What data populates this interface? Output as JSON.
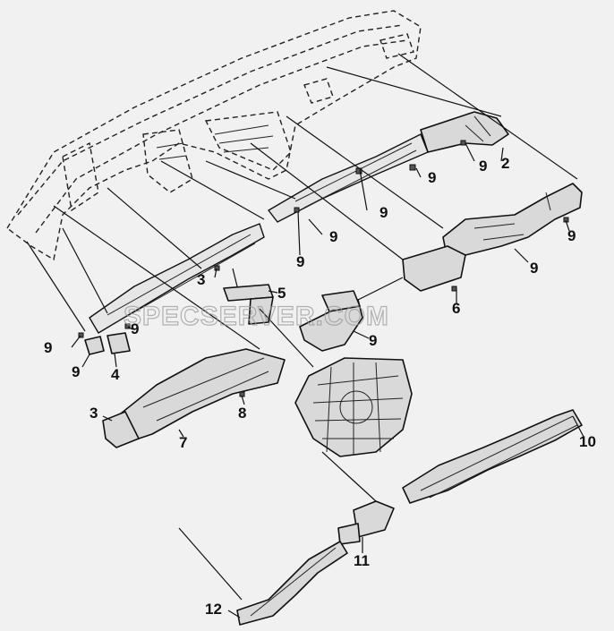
{
  "callouts": [
    {
      "id": "c2",
      "label": "2"
    },
    {
      "id": "c9a",
      "label": "9"
    },
    {
      "id": "c9b",
      "label": "9"
    },
    {
      "id": "c9c",
      "label": "9"
    },
    {
      "id": "c9d",
      "label": "9"
    },
    {
      "id": "c9e",
      "label": "9"
    },
    {
      "id": "c9f",
      "label": "9"
    },
    {
      "id": "c9g",
      "label": "9"
    },
    {
      "id": "c5",
      "label": "5"
    },
    {
      "id": "c3a",
      "label": "3"
    },
    {
      "id": "c9h",
      "label": "9"
    },
    {
      "id": "c6",
      "label": "6"
    },
    {
      "id": "c9i",
      "label": "9"
    },
    {
      "id": "c9j",
      "label": "9"
    },
    {
      "id": "c4",
      "label": "4"
    },
    {
      "id": "c3b",
      "label": "3"
    },
    {
      "id": "c7",
      "label": "7"
    },
    {
      "id": "c8",
      "label": "8"
    },
    {
      "id": "c9k",
      "label": "9"
    },
    {
      "id": "c10",
      "label": "10"
    },
    {
      "id": "c11",
      "label": "11"
    },
    {
      "id": "c12",
      "label": "12"
    }
  ],
  "watermark": "SPECSERVER.COM"
}
